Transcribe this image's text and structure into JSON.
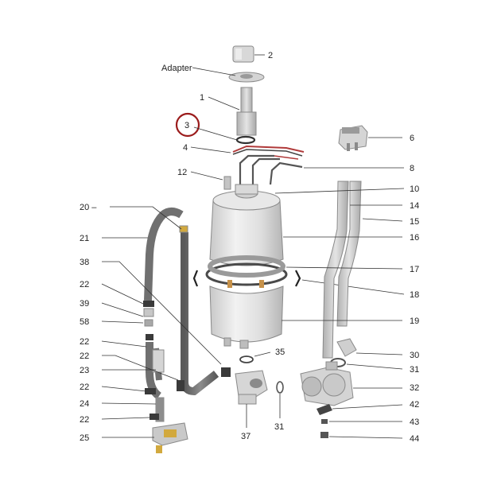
{
  "colors": {
    "background": "#ffffff",
    "part_fill": "#dcdcdc",
    "part_shade": "#b9b9b9",
    "hose_fill": "#6f6f6f",
    "highlight_ring": "#9b1c1c",
    "wire": "#b03a3a"
  },
  "labels": {
    "adapter": "Adapter",
    "p1": "1",
    "p2": "2",
    "p3": "3",
    "p4": "4",
    "p6": "6",
    "p8": "8",
    "p10": "10",
    "p12": "12",
    "p14": "14",
    "p15": "15",
    "p16": "16",
    "p17": "17",
    "p18": "18",
    "p19": "19",
    "p20": "20 –",
    "p21": "21",
    "p22a": "22",
    "p22b": "22",
    "p22c": "22",
    "p22d": "22",
    "p22e": "22",
    "p23": "23",
    "p24": "24",
    "p25": "25",
    "p30": "30",
    "p31a": "31",
    "p31b": "31",
    "p32": "32",
    "p35": "35",
    "p37": "37",
    "p38": "38",
    "p39": "39",
    "p42": "42",
    "p43": "43",
    "p44": "44",
    "p58": "58"
  },
  "highlight": {
    "part": "3"
  }
}
